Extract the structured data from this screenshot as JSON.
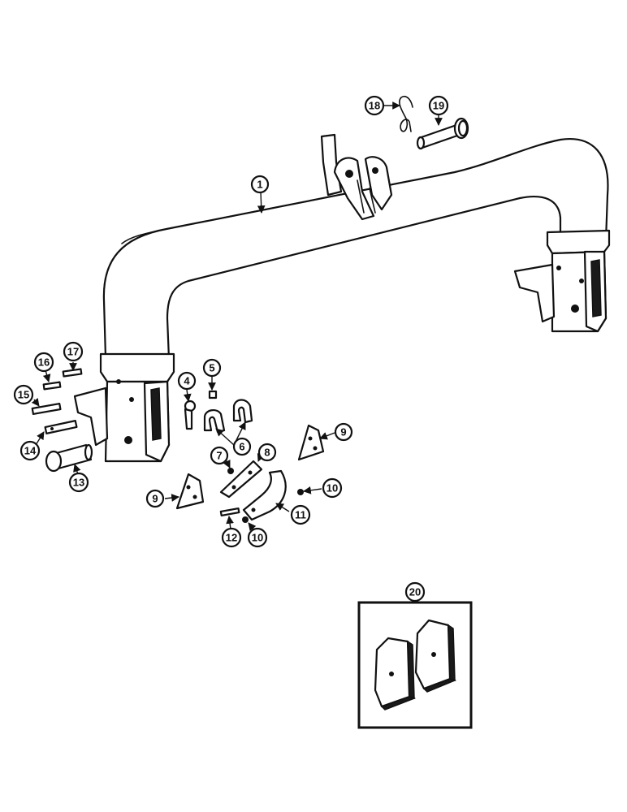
{
  "callouts": [
    {
      "id": "c1",
      "label": "1"
    },
    {
      "id": "c4",
      "label": "4"
    },
    {
      "id": "c5",
      "label": "5"
    },
    {
      "id": "c6",
      "label": "6"
    },
    {
      "id": "c7",
      "label": "7"
    },
    {
      "id": "c8",
      "label": "8"
    },
    {
      "id": "c9a",
      "label": "9"
    },
    {
      "id": "c9b",
      "label": "9"
    },
    {
      "id": "c10a",
      "label": "10"
    },
    {
      "id": "c10b",
      "label": "10"
    },
    {
      "id": "c11",
      "label": "11"
    },
    {
      "id": "c12",
      "label": "12"
    },
    {
      "id": "c13",
      "label": "13"
    },
    {
      "id": "c14",
      "label": "14"
    },
    {
      "id": "c15",
      "label": "15"
    },
    {
      "id": "c16",
      "label": "16"
    },
    {
      "id": "c17",
      "label": "17"
    },
    {
      "id": "c18",
      "label": "18"
    },
    {
      "id": "c19",
      "label": "19"
    },
    {
      "id": "c20",
      "label": "20"
    }
  ]
}
